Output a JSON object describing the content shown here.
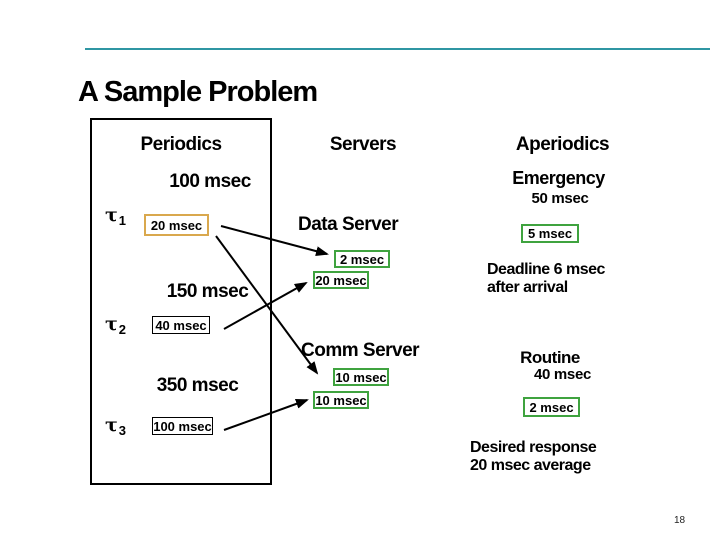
{
  "slide": {
    "title": "A Sample Problem",
    "page_number": "18"
  },
  "colors": {
    "accent_line": "#2f96a3",
    "green_box_border": "#3fa33f",
    "orange_box_border": "#d9a84e",
    "black_box_border": "#000000",
    "text": "#000000"
  },
  "columns": {
    "periodics": "Periodics",
    "servers": "Servers",
    "aperiodics": "Aperiodics"
  },
  "periodics": {
    "tasks": [
      {
        "symbol": "τ",
        "sub": "1",
        "period": "100 msec",
        "exec": "20 msec"
      },
      {
        "symbol": "τ",
        "sub": "2",
        "period": "150 msec",
        "exec": "40 msec"
      },
      {
        "symbol": "τ",
        "sub": "3",
        "period": "350 msec",
        "exec": "100 msec"
      }
    ]
  },
  "servers": {
    "data_server": {
      "label": "Data Server",
      "budgets": [
        "2 msec",
        "20 msec"
      ]
    },
    "comm_server": {
      "label": "Comm Server",
      "budgets": [
        "10 msec",
        "10 msec"
      ]
    }
  },
  "aperiodics": {
    "emergency": {
      "label": "Emergency",
      "period": "50 msec",
      "exec": "5 msec",
      "note_line1": "Deadline 6 msec",
      "note_line2": "after arrival"
    },
    "routine": {
      "label": "Routine",
      "period": "40 msec",
      "exec": "2 msec",
      "note_line1": "Desired response",
      "note_line2": "20 msec average"
    }
  }
}
